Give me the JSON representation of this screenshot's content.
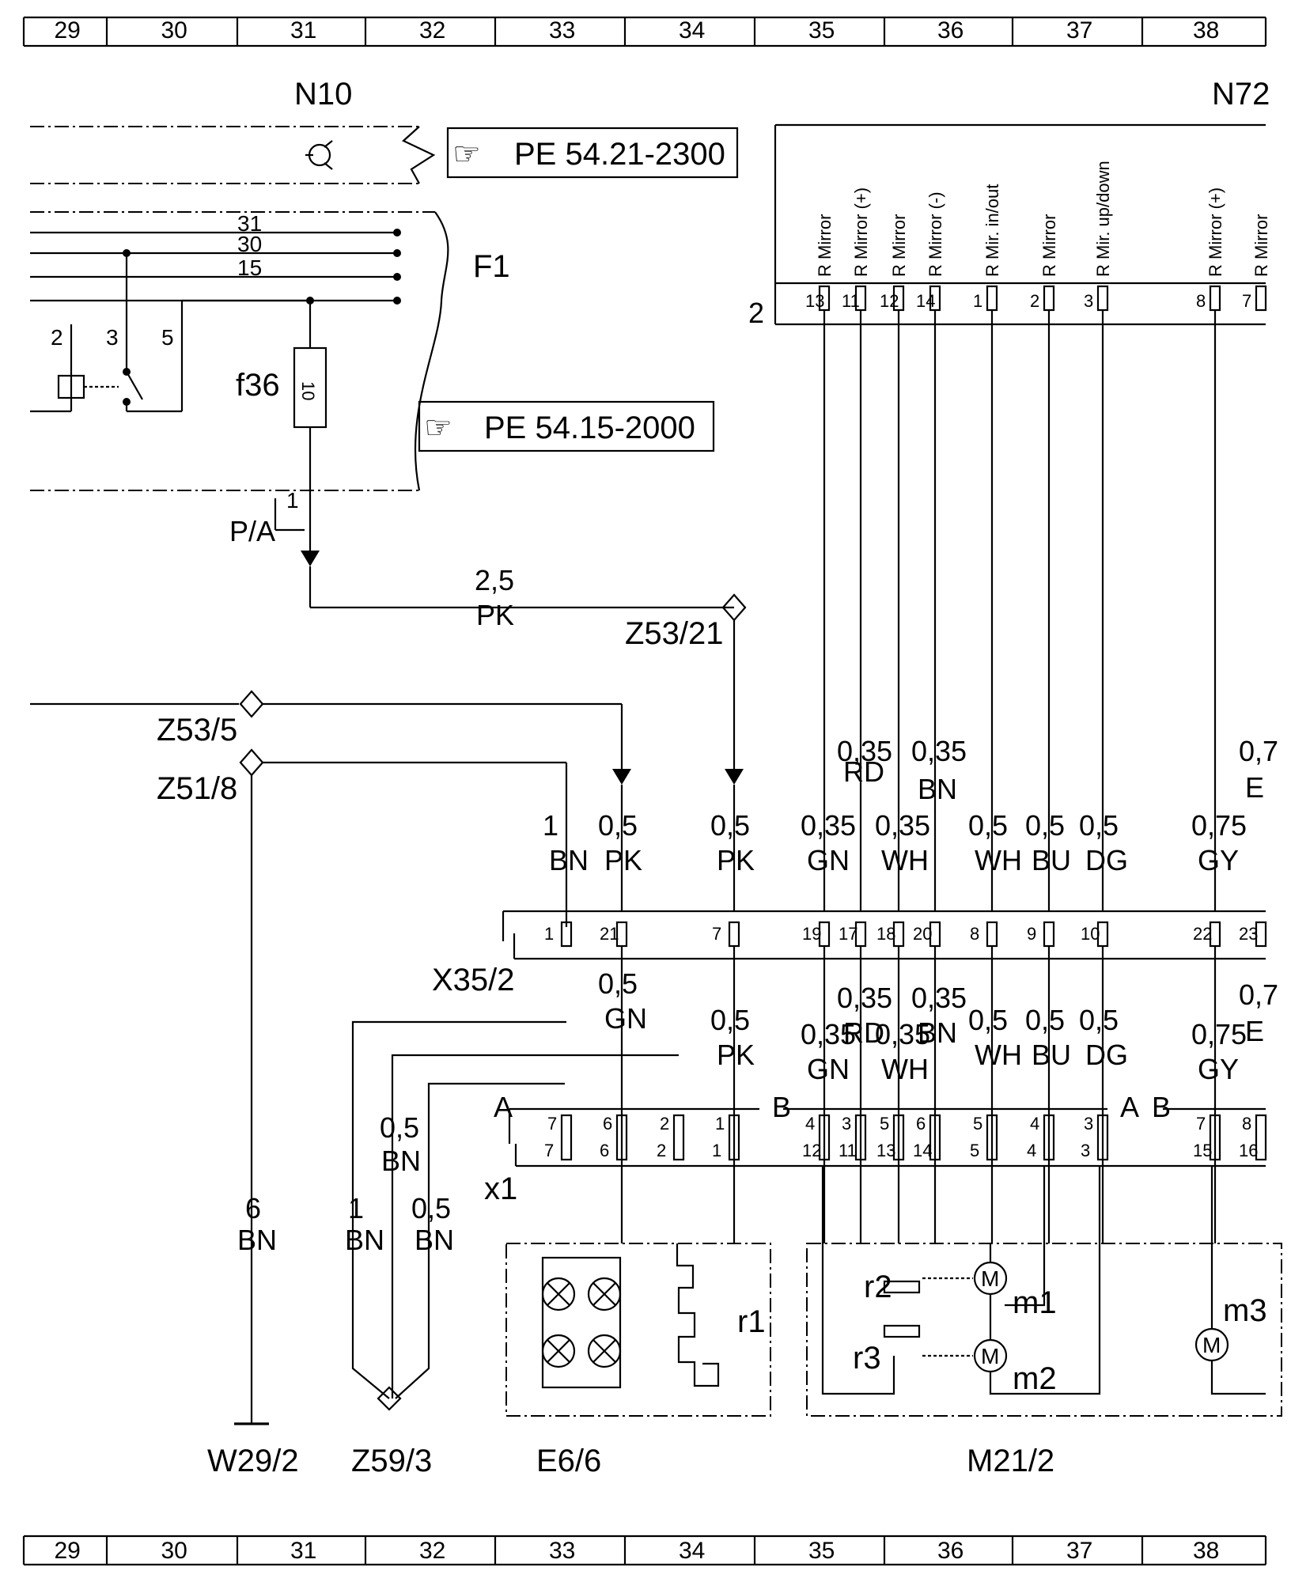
{
  "grid_top": [
    "29",
    "30",
    "31",
    "32",
    "33",
    "34",
    "35",
    "36",
    "37",
    "38"
  ],
  "grid_bottom": [
    "29",
    "30",
    "31",
    "32",
    "33",
    "34",
    "35",
    "36",
    "37",
    "38"
  ],
  "components": {
    "n10": "N10",
    "n72": "N72",
    "f1": "F1",
    "f36": "f36",
    "f36_rating": "10",
    "pa": "P/A",
    "pa_pin": "1",
    "n72_conn": "2",
    "x35": "X35/2",
    "x1": "x1",
    "e6": "E6/6",
    "m21": "M21/2",
    "w29": "W29/2",
    "z59": "Z59/3",
    "z53_5": "Z53/5",
    "z51_8": "Z51/8",
    "z53_21": "Z53/21",
    "r1": "r1",
    "r2": "r2",
    "r3": "r3",
    "m1": "m1",
    "m2": "m2",
    "m3": "m3",
    "motor": "M"
  },
  "refs": {
    "ref1": "PE 54.21-2300",
    "ref2": "PE 54.15-2000"
  },
  "relay": {
    "pins": [
      "2",
      "3",
      "5"
    ],
    "bus": [
      "31",
      "30",
      "15"
    ]
  },
  "n72_pins": [
    {
      "num": "13",
      "label": "R Mirror"
    },
    {
      "num": "11",
      "label": "R Mirror (+)"
    },
    {
      "num": "12",
      "label": "R Mirror"
    },
    {
      "num": "14",
      "label": "R Mirror (-)"
    },
    {
      "num": "1",
      "label": "R Mir. in/out"
    },
    {
      "num": "2",
      "label": "R Mirror"
    },
    {
      "num": "3",
      "label": "R Mir. up/down"
    },
    {
      "num": "8",
      "label": "R Mirror (+)"
    },
    {
      "num": "7",
      "label": "R Mirror"
    }
  ],
  "wires_upper": [
    {
      "size": "0,35",
      "color": "RD"
    },
    {
      "size": "0,35",
      "color": "BN"
    },
    {
      "size": "1",
      "color": "BN"
    },
    {
      "size": "0,5",
      "color": "PK"
    },
    {
      "size": "0,5",
      "color": "PK"
    },
    {
      "size": "0,35",
      "color": "GN"
    },
    {
      "size": "0,35",
      "color": "WH"
    },
    {
      "size": "0,5",
      "color": "WH"
    },
    {
      "size": "0,5",
      "color": "BU"
    },
    {
      "size": "0,5",
      "color": "DG"
    },
    {
      "size": "0,75",
      "color": "GY"
    },
    {
      "size": "0,7",
      "color": "E"
    },
    {
      "size": "2,5",
      "color": "PK"
    }
  ],
  "x35_pins": [
    "1",
    "21",
    "7",
    "19",
    "17",
    "18",
    "20",
    "8",
    "9",
    "10",
    "22",
    "23"
  ],
  "wires_lower": [
    {
      "size": "0,5",
      "color": "GN"
    },
    {
      "size": "0,5",
      "color": "PK"
    },
    {
      "size": "0,35",
      "color": "RD"
    },
    {
      "size": "0,35",
      "color": "BN"
    },
    {
      "size": "0,35",
      "color": "GN"
    },
    {
      "size": "0,35",
      "color": "WH"
    },
    {
      "size": "0,5",
      "color": "WH"
    },
    {
      "size": "0,5",
      "color": "BU"
    },
    {
      "size": "0,5",
      "color": "DG"
    },
    {
      "size": "0,75",
      "color": "GY"
    },
    {
      "size": "0,7",
      "color": "E"
    },
    {
      "size": "0,5",
      "color": "BN"
    },
    {
      "size": "6",
      "color": "BN"
    },
    {
      "size": "1",
      "color": "BN"
    },
    {
      "size": "0,5",
      "color": "BN"
    }
  ],
  "x1": {
    "part_a": "A",
    "part_b": "B",
    "top_pins": [
      "7",
      "6",
      "2",
      "1",
      "4",
      "3",
      "5",
      "6",
      "5",
      "4",
      "3",
      "7",
      "8"
    ],
    "bottom_pins": [
      "7",
      "6",
      "2",
      "1",
      "12",
      "11",
      "13",
      "14",
      "5",
      "4",
      "3",
      "15",
      "16"
    ]
  }
}
